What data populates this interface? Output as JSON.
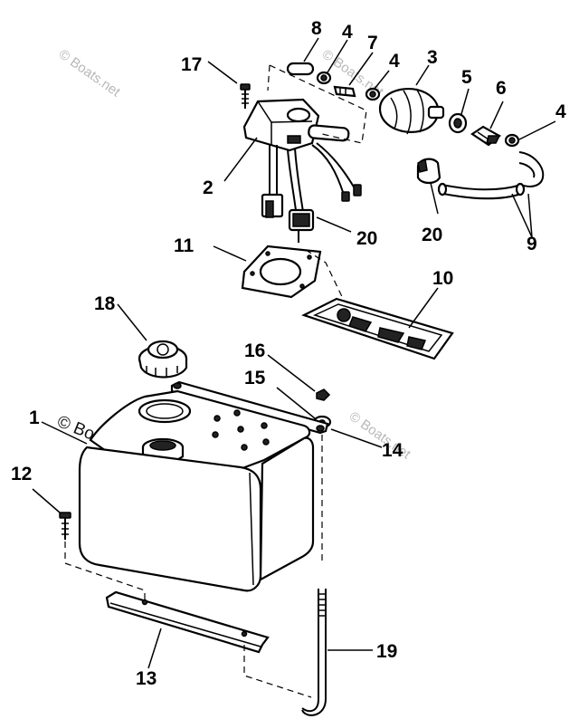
{
  "diagram": {
    "watermarks": [
      {
        "text": "© Boats.net"
      },
      {
        "text": "© Boats.net"
      },
      {
        "text": "© Boats.net"
      },
      {
        "text": "© Boats.net"
      }
    ],
    "callouts": [
      {
        "id": "c1",
        "label": "1"
      },
      {
        "id": "c2",
        "label": "2"
      },
      {
        "id": "c3",
        "label": "3"
      },
      {
        "id": "c4a",
        "label": "4"
      },
      {
        "id": "c4b",
        "label": "4"
      },
      {
        "id": "c4c",
        "label": "4"
      },
      {
        "id": "c5",
        "label": "5"
      },
      {
        "id": "c6",
        "label": "6"
      },
      {
        "id": "c7",
        "label": "7"
      },
      {
        "id": "c8",
        "label": "8"
      },
      {
        "id": "c9",
        "label": "9"
      },
      {
        "id": "c10",
        "label": "10"
      },
      {
        "id": "c11",
        "label": "11"
      },
      {
        "id": "c12",
        "label": "12"
      },
      {
        "id": "c13",
        "label": "13"
      },
      {
        "id": "c14",
        "label": "14"
      },
      {
        "id": "c15",
        "label": "15"
      },
      {
        "id": "c16",
        "label": "16"
      },
      {
        "id": "c17",
        "label": "17"
      },
      {
        "id": "c18",
        "label": "18"
      },
      {
        "id": "c19",
        "label": "19"
      },
      {
        "id": "c20a",
        "label": "20"
      },
      {
        "id": "c20b",
        "label": "20"
      }
    ]
  }
}
